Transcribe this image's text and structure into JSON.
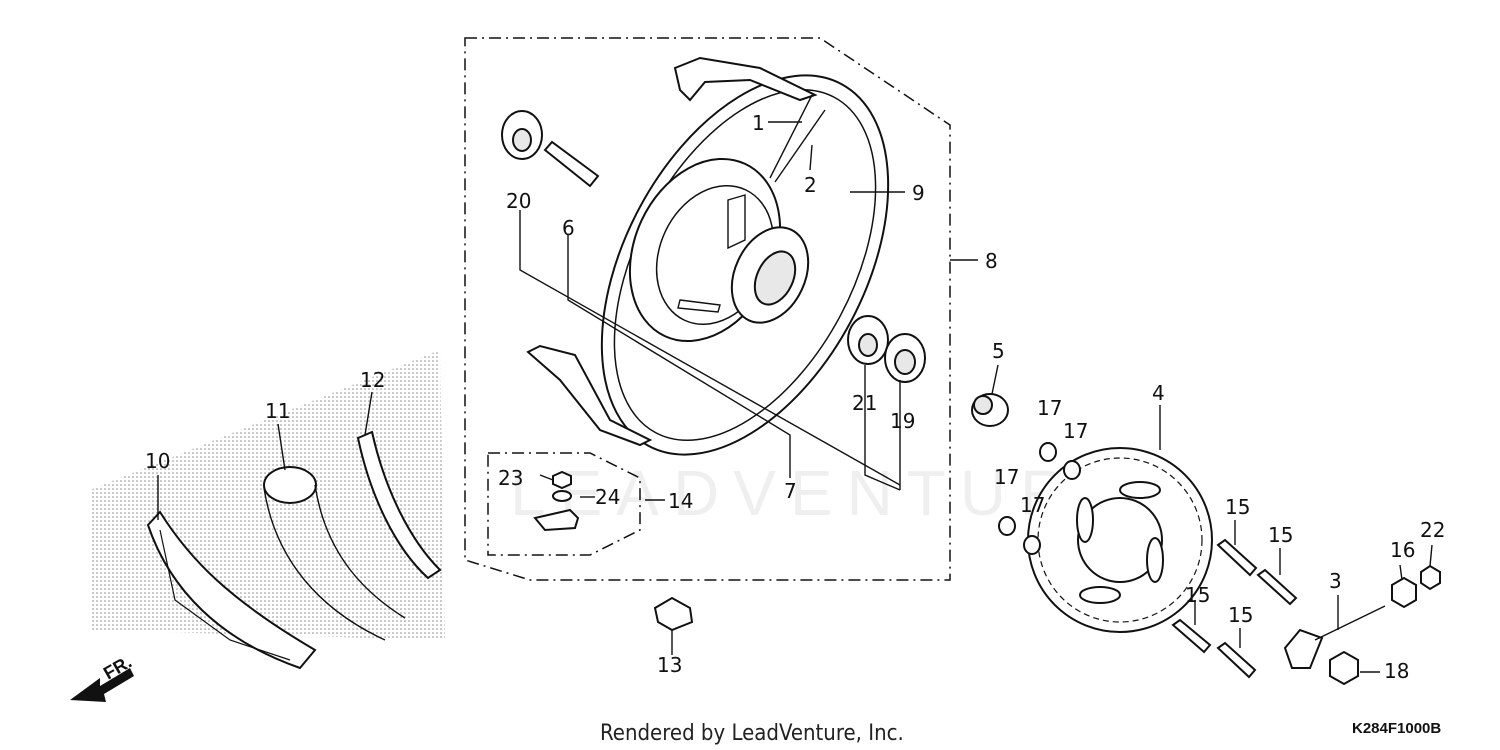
{
  "diagram": {
    "callouts": {
      "c1": "1",
      "c2": "2",
      "c3": "3",
      "c4": "4",
      "c5": "5",
      "c6": "6",
      "c7": "7",
      "c8": "8",
      "c9": "9",
      "c10": "10",
      "c11": "11",
      "c12": "12",
      "c13": "13",
      "c14": "14",
      "c15a": "15",
      "c15b": "15",
      "c15c": "15",
      "c15d": "15",
      "c16": "16",
      "c17a": "17",
      "c17b": "17",
      "c17c": "17",
      "c17d": "17",
      "c18": "18",
      "c19": "19",
      "c20": "20",
      "c21": "21",
      "c22": "22",
      "c23": "23",
      "c24": "24"
    },
    "direction_label": "FR.",
    "watermark": "LEADVENTURE",
    "credit": "Rendered by LeadVenture, Inc.",
    "diagram_code": "K284F1000B"
  }
}
